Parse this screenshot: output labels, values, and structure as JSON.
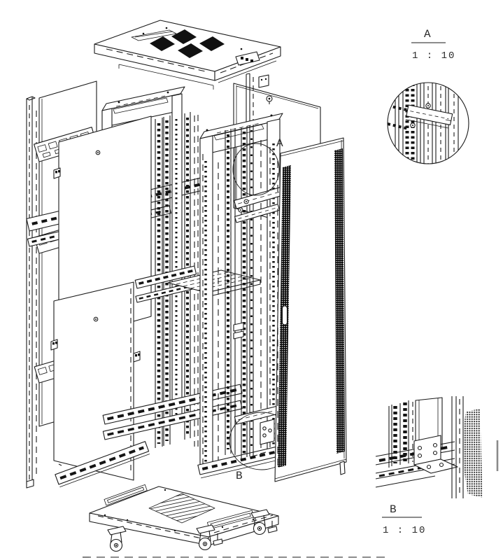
{
  "labels": {
    "callout_a": "A",
    "callout_b": "B",
    "detail_a": {
      "letter": "A",
      "scale": "1 : 10"
    },
    "detail_b": {
      "letter": "B",
      "scale": "1 : 10"
    }
  },
  "colors": {
    "background": "#ffffff",
    "line": "#1a1a1a",
    "panel_fill": "#ffffff",
    "perforation": "#111111",
    "muted_bar": "#8a8a8a"
  }
}
